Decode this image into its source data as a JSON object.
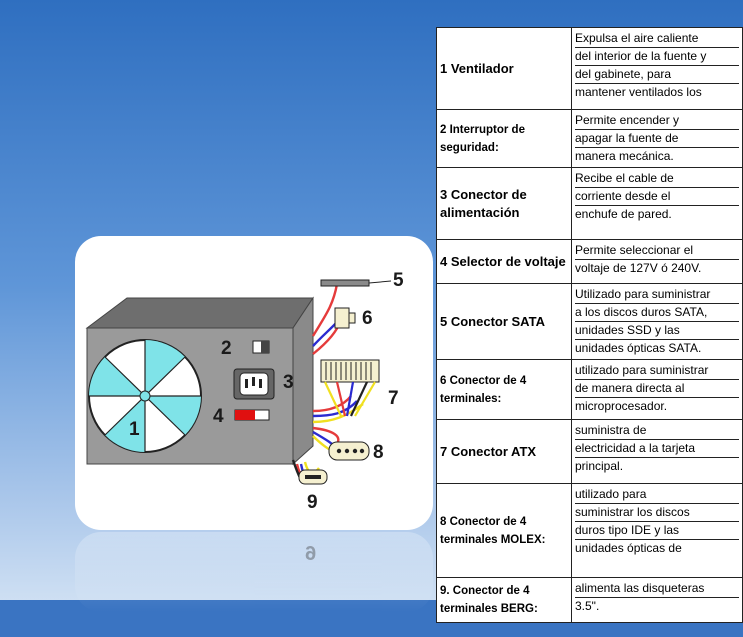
{
  "slide": {
    "background_color": "#3a74c2",
    "card_color": "#ffffff"
  },
  "diagram": {
    "callouts": {
      "n1": "1",
      "n2": "2",
      "n3": "3",
      "n4": "4",
      "n5": "5",
      "n6": "6",
      "n7": "7",
      "n8": "8",
      "n9": "9"
    },
    "reflection_glyph": "9",
    "colors": {
      "case": "#9a9a9a",
      "case_top": "#6e6e6e",
      "fan_blade": "#7fe3e8",
      "switch_red": "#e01010",
      "wire_red": "#e53b3b",
      "wire_blue": "#2a2ad0",
      "wire_yellow": "#f0e020",
      "connector": "#f5f0d0"
    }
  },
  "table": {
    "rows": [
      {
        "name": "1 Ventilador",
        "lines": [
          "Expulsa el aire caliente",
          "del interior de la fuente y",
          "del gabinete, para",
          "mantener ventilados los"
        ]
      },
      {
        "name": "2 Interruptor de seguridad:",
        "lines": [
          "Permite encender y",
          "apagar la fuente de",
          "manera mecánica."
        ]
      },
      {
        "name": "3 Conector de alimentación",
        "lines": [
          "Recibe el cable de",
          "corriente desde el",
          "enchufe de pared."
        ]
      },
      {
        "name": "4 Selector de voltaje",
        "lines": [
          "Permite seleccionar el",
          "voltaje de 127V ó 240V."
        ]
      },
      {
        "name": "5 Conector SATA",
        "lines": [
          "Utilizado para suministrar",
          "a los discos duros SATA,",
          "unidades SSD y las",
          "unidades ópticas SATA."
        ]
      },
      {
        "name": "6 Conector de 4 terminales:",
        "lines": [
          "utilizado para suministrar",
          "de manera directa al",
          "microprocesador."
        ]
      },
      {
        "name": "7 Conector ATX",
        "lines": [
          "suministra de",
          "electricidad a la tarjeta",
          "principal."
        ]
      },
      {
        "name": "8 Conector de 4 terminales MOLEX:",
        "lines": [
          "utilizado para",
          "suministrar los discos",
          "duros tipo IDE y las",
          "unidades ópticas de"
        ]
      },
      {
        "name": "9. Conector de 4 terminales BERG:",
        "lines": [
          "alimenta las disqueteras",
          "3.5\"."
        ]
      }
    ]
  }
}
